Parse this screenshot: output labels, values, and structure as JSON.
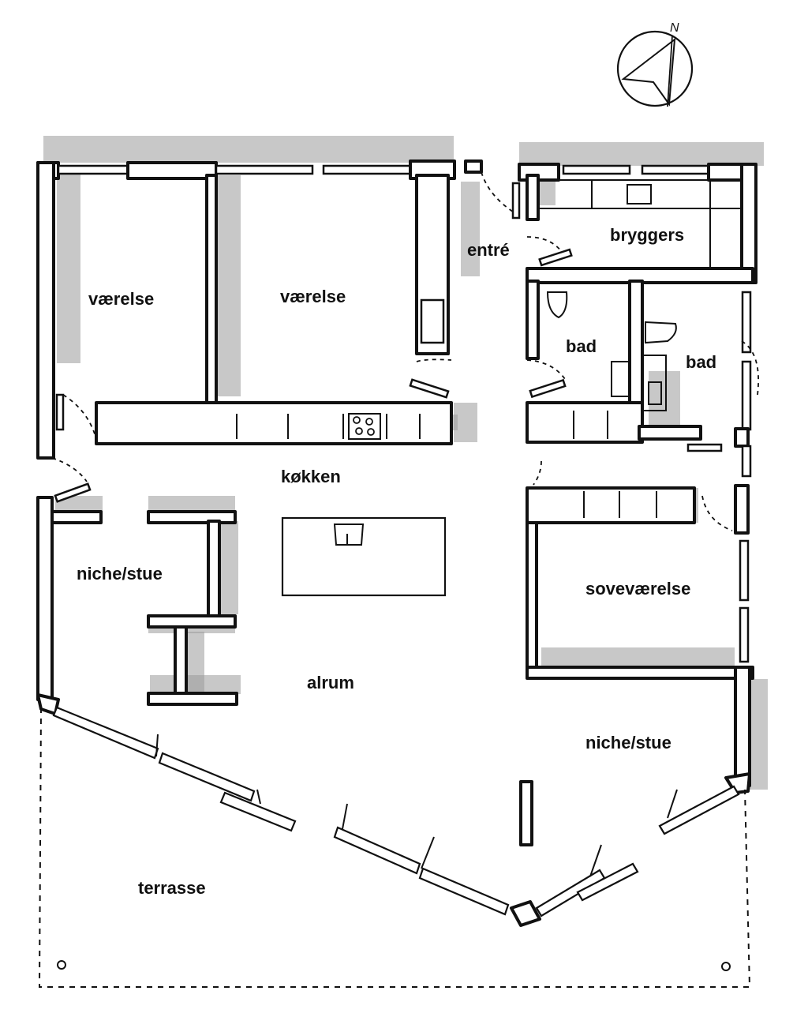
{
  "rooms": {
    "vaerelse_west": "værelse",
    "vaerelse_mid": "værelse",
    "entre": "entré",
    "bryggers": "bryggers",
    "bad_1": "bad",
    "bad_2": "bad",
    "kokken": "køkken",
    "niche_stue_west": "niche/stue",
    "sovevaerelse": "soveværelse",
    "alrum": "alrum",
    "niche_stue_east": "niche/stue",
    "terrasse": "terrasse"
  },
  "compass": {
    "north_label": "N",
    "icon": "north-arrow-icon"
  }
}
